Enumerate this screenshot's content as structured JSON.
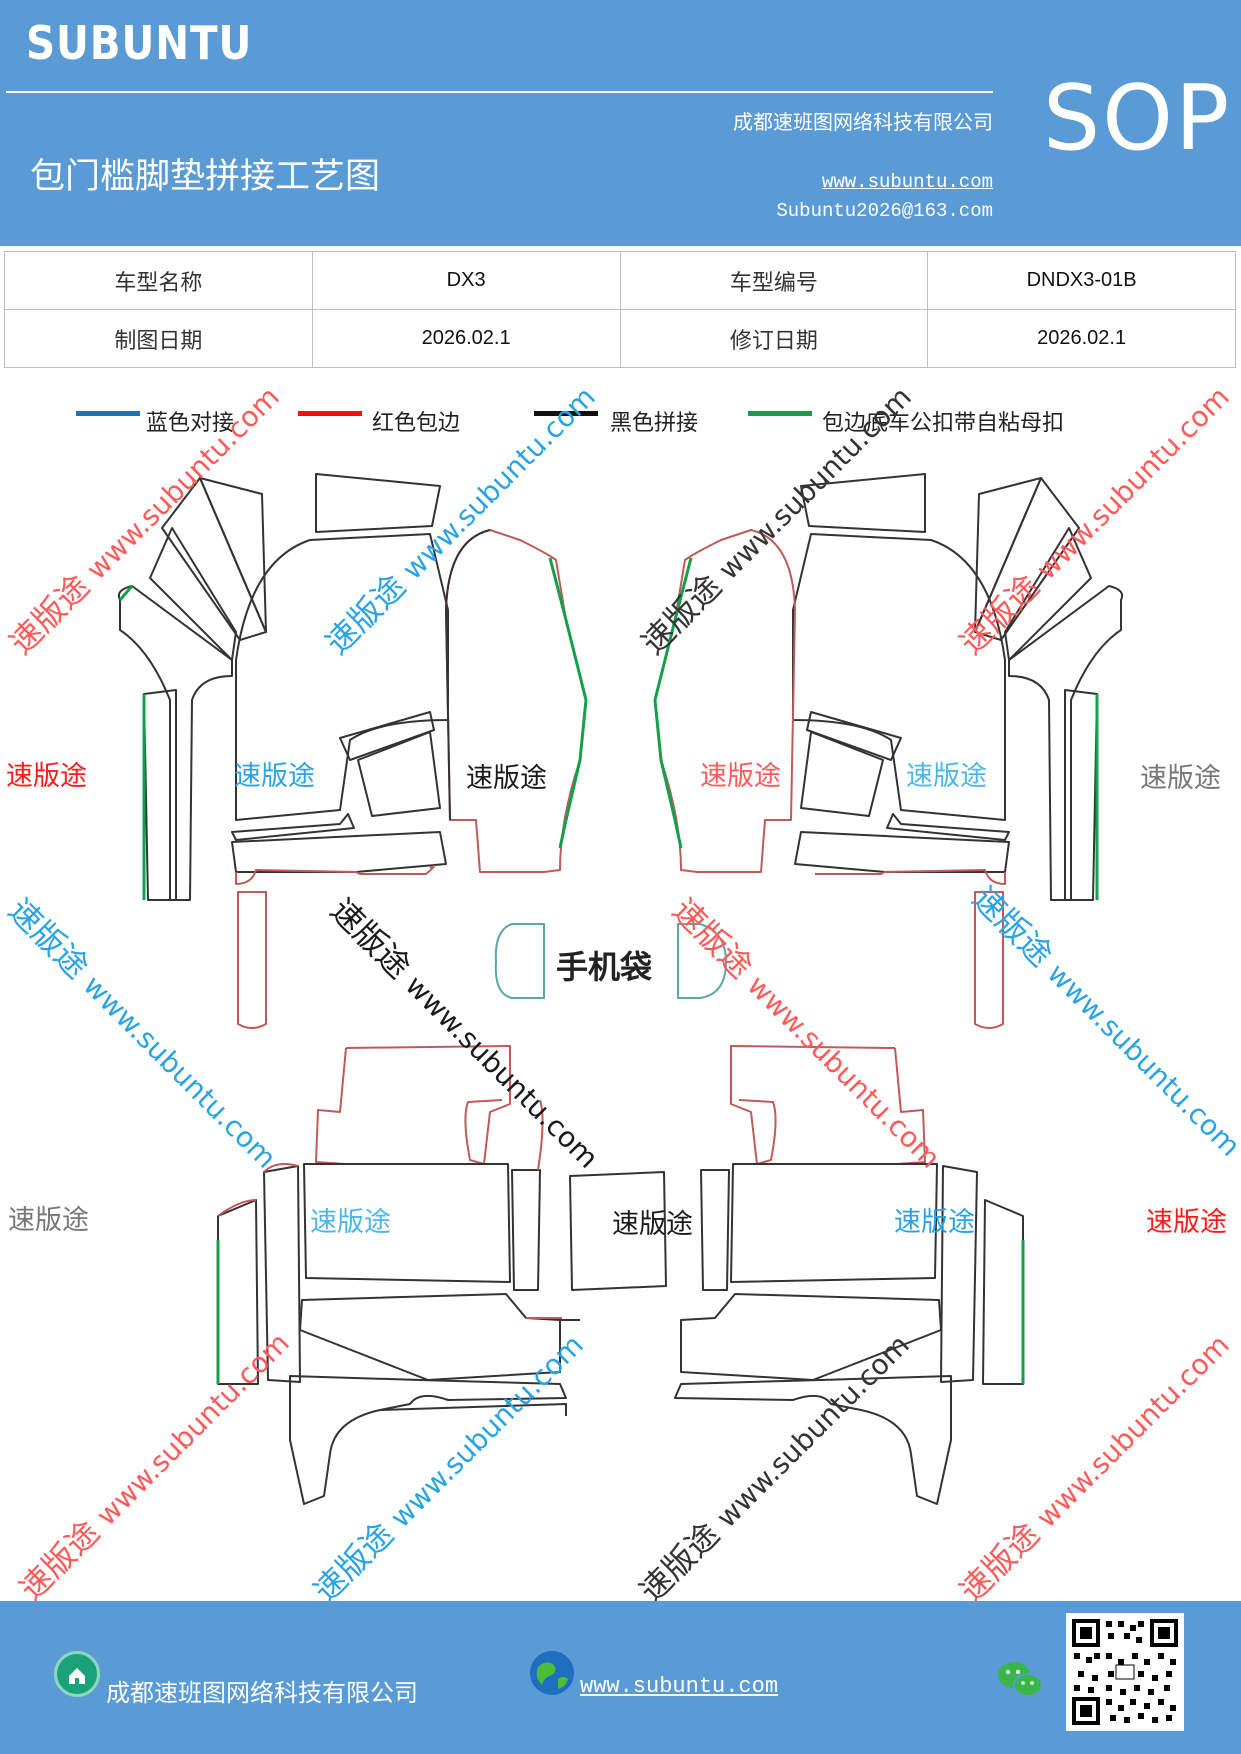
{
  "header": {
    "brand": "SUBUNTU",
    "title": "包门槛脚垫拼接工艺图",
    "company": "成都速班图网络科技有限公司",
    "url": "www.subuntu.com",
    "email": "Subuntu2026@163.com",
    "badge": "SOP"
  },
  "info_table": {
    "rows": [
      [
        {
          "label": "车型名称"
        },
        {
          "value": "DX3"
        },
        {
          "label": "车型编号"
        },
        {
          "value": "DNDX3-01B"
        }
      ],
      [
        {
          "label": "制图日期"
        },
        {
          "value": "2026.02.1"
        },
        {
          "label": "修订日期"
        },
        {
          "value": "2026.02.1"
        }
      ]
    ]
  },
  "legend": [
    {
      "text": "蓝色对接",
      "color": "#1f6fbf"
    },
    {
      "text": "红色包边",
      "color": "#ee1111"
    },
    {
      "text": "黑色拼接",
      "color": "#111111"
    },
    {
      "text": "包边底车公扣带自粘母扣",
      "color": "#12a04a"
    }
  ],
  "drawing": {
    "phone_bag_label": "手机袋"
  },
  "watermarks": {
    "brand_text": "速版途",
    "site_text": "www.subuntu.com",
    "colors": {
      "red": "#ff2b2b",
      "blue": "#2aa3e6",
      "black": "#1a1a1a",
      "gray": "#777777"
    }
  },
  "footer": {
    "company": "成都速班图网络科技有限公司",
    "url": "www.subuntu.com"
  },
  "colors": {
    "header_bg": "#5b9bd5",
    "part_stroke_black": "#333333",
    "part_stroke_red": "#c05a5a",
    "part_stroke_green": "#12a04a",
    "part_stroke_teal": "#5aa7a7"
  }
}
